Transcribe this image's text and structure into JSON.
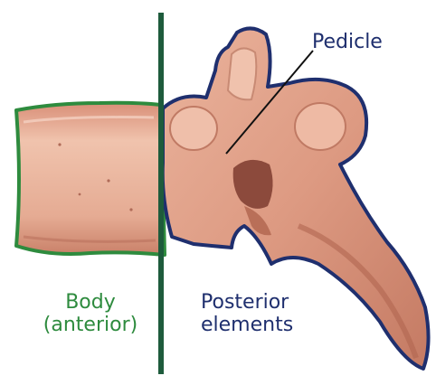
{
  "labels": {
    "body_line1": "Body",
    "body_line2": "(anterior)",
    "posterior_line1": "Posterior",
    "posterior_line2": "elements",
    "pedicle": "Pedicle"
  },
  "colors": {
    "body_outline": "#2e8b3e",
    "posterior_outline": "#1f2f6e",
    "divider_line": "#1e5b3c",
    "bone_fill": "#e3a48c",
    "bone_shadow": "#b8705c",
    "bone_highlight": "#f2c7b4"
  },
  "icons": {
    "body": "vertebral-body-shape",
    "posterior": "posterior-elements-shape"
  }
}
